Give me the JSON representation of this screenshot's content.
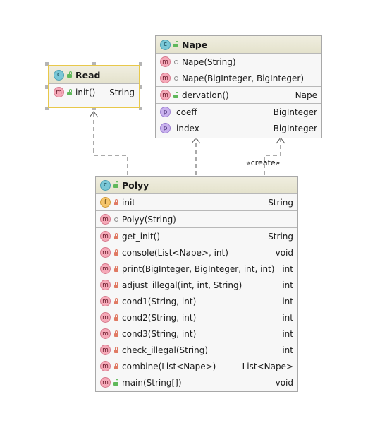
{
  "classes": {
    "read": {
      "name": "Read",
      "methods": [
        {
          "name": "init()",
          "type": "String"
        }
      ]
    },
    "nape": {
      "name": "Nape",
      "constructors": [
        {
          "name": "Nape(String)"
        },
        {
          "name": "Nape(BigInteger, BigInteger)"
        }
      ],
      "methods": [
        {
          "name": "dervation()",
          "type": "Nape"
        }
      ],
      "properties": [
        {
          "name": "_coeff",
          "type": "BigInteger"
        },
        {
          "name": "_index",
          "type": "BigInteger"
        }
      ]
    },
    "polyy": {
      "name": "Polyy",
      "fields": [
        {
          "name": "init",
          "type": "String"
        }
      ],
      "constructors": [
        {
          "name": "Polyy(String)"
        }
      ],
      "methods": [
        {
          "name": "get_init()",
          "type": "String"
        },
        {
          "name": "console(List<Nape>, int)",
          "type": "void"
        },
        {
          "name": "print(BigInteger, BigInteger, int, int)",
          "type": "int"
        },
        {
          "name": "adjust_illegal(int, int, String)",
          "type": "int"
        },
        {
          "name": "cond1(String, int)",
          "type": "int"
        },
        {
          "name": "cond2(String, int)",
          "type": "int"
        },
        {
          "name": "cond3(String, int)",
          "type": "int"
        },
        {
          "name": "check_illegal(String)",
          "type": "int"
        },
        {
          "name": "combine(List<Nape>)",
          "type": "List<Nape>"
        },
        {
          "name": "main(String[])",
          "type": "void"
        }
      ]
    }
  },
  "edges": {
    "create_label": "«create»"
  },
  "icons": {
    "class": "c",
    "method": "m",
    "property": "p",
    "field": "f"
  }
}
